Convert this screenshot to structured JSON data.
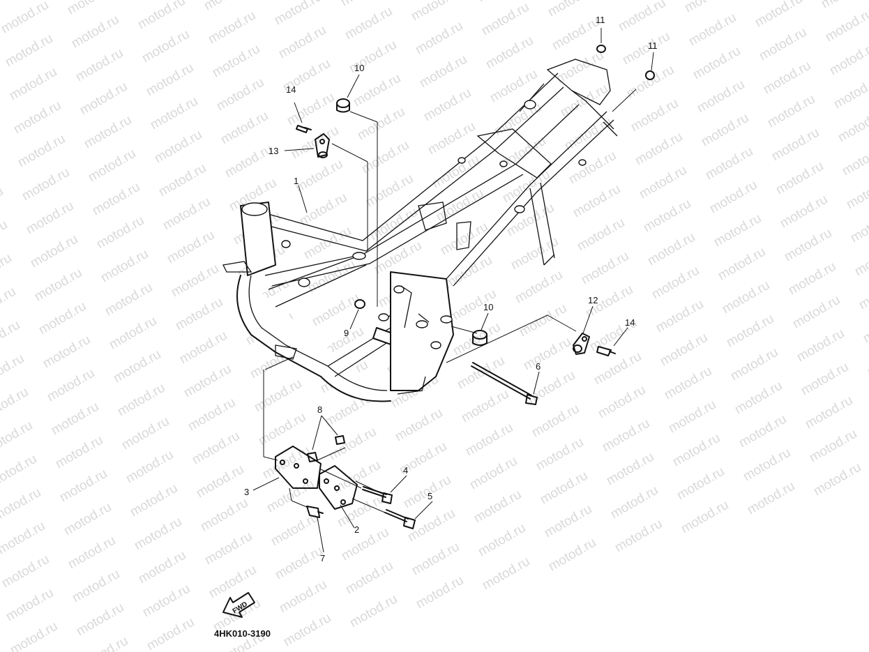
{
  "watermark": "motod.ru",
  "diagram_code": "4HK010-3190",
  "forward_label": "FWD",
  "callouts": {
    "c1": "1",
    "c2": "2",
    "c3": "3",
    "c4": "4",
    "c5": "5",
    "c6": "6",
    "c7": "7",
    "c8": "8",
    "c9": "9",
    "c10a": "10",
    "c10b": "10",
    "c11a": "11",
    "c11b": "11",
    "c12": "12",
    "c13": "13",
    "c14a": "14",
    "c14b": "14"
  }
}
